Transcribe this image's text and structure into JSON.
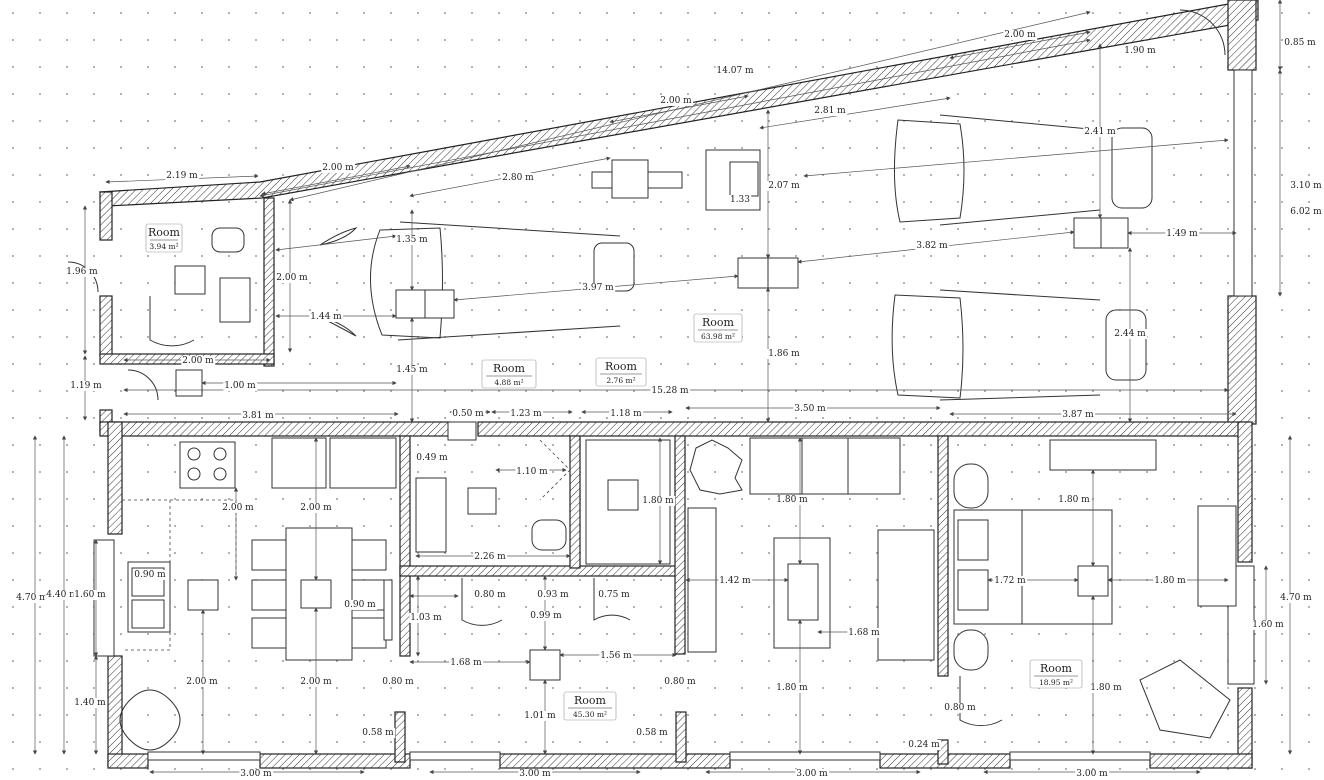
{
  "rooms": [
    {
      "name": "Room",
      "area": "3.94 m²"
    },
    {
      "name": "Room",
      "area": "4.88 m²"
    },
    {
      "name": "Room",
      "area": "2.76 m²"
    },
    {
      "name": "Room",
      "area": "63.98 m²"
    },
    {
      "name": "Room",
      "area": "45.30 m²"
    },
    {
      "name": "Room",
      "area": "18.95 m²"
    }
  ],
  "dimensions": {
    "d_2_19": "2.19 m",
    "d_2_00_a": "2.00 m",
    "d_2_00_b": "2.00 m",
    "d_2_00_c": "2.00 m",
    "d_14_07": "14.07 m",
    "d_1_90": "1.90 m",
    "d_0_85": "0.85 m",
    "d_2_81": "2.81 m",
    "d_2_41": "2.41 m",
    "d_2_80": "2.80 m",
    "d_1_33": "1.33",
    "d_2_07": "2.07 m",
    "d_3_10": "3.10 m",
    "d_6_02": "6.02 m",
    "d_1_35": "1.35 m",
    "d_3_82": "3.82 m",
    "d_1_49": "1.49 m",
    "d_1_96": "1.96 m",
    "d_2_00_room": "2.00 m",
    "d_3_97": "3.97 m",
    "d_1_44": "1.44 m",
    "d_2_44": "2.44 m",
    "d_1_86": "1.86 m",
    "d_2_00_bot": "2.00 m",
    "d_1_45": "1.45 m",
    "d_1_19": "1.19 m",
    "d_1_00": "1.00 m",
    "d_15_28": "15.28 m",
    "d_3_81": "3.81 m",
    "d_0_50": "0.50 m",
    "d_1_23": "1.23 m",
    "d_1_18": "1.18 m",
    "d_3_50": "3.50 m",
    "d_3_87": "3.87 m",
    "d_0_49": "0.49 m",
    "d_1_10": "1.10 m",
    "d_1_80_a": "1.80 m",
    "d_1_80_b": "1.80 m",
    "d_1_80_c": "1.80 m",
    "d_2_00_k1": "2.00 m",
    "d_2_00_k2": "2.00 m",
    "d_2_26": "2.26 m",
    "d_4_70_l": "4.70 m",
    "d_4_40": "4.40 m",
    "d_1_60_l": "1.60 m",
    "d_0_90": "0.90 m",
    "d_0_90b": "0.90 m",
    "d_0_80_a": "0.80 m",
    "d_0_93": "0.93 m",
    "d_0_75": "0.75 m",
    "d_1_42": "1.42 m",
    "d_1_72": "1.72 m",
    "d_1_80_d": "1.80 m",
    "d_4_70_r": "4.70 m",
    "d_1_60_r": "1.60 m",
    "d_1_03": "1.03 m",
    "d_0_99": "0.99 m",
    "d_1_68_a": "1.68 m",
    "d_1_68_b": "1.68 m",
    "d_1_56": "1.56 m",
    "d_1_40": "1.40 m",
    "d_2_00_k3": "2.00 m",
    "d_2_00_k4": "2.00 m",
    "d_0_80_b": "0.80 m",
    "d_0_80_c": "0.80 m",
    "d_1_80_e": "1.80 m",
    "d_1_80_f": "1.80 m",
    "d_0_80_d": "0.80 m",
    "d_1_01": "1.01 m",
    "d_0_58_a": "0.58 m",
    "d_0_58_b": "0.58 m",
    "d_0_24": "0.24 m",
    "d_3_00_a": "3.00 m",
    "d_3_00_b": "3.00 m",
    "d_3_00_c": "3.00 m",
    "d_3_00_d": "3.00 m"
  }
}
